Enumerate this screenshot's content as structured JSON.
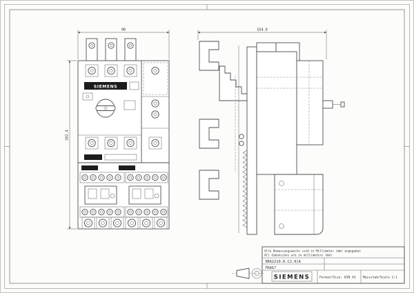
{
  "drawing": {
    "device_brand_label": "SIEMENS",
    "dimensions": {
      "front_width": "90",
      "front_height": "202.4",
      "side_depth": "154.9"
    },
    "notes": {
      "line1": "Alle Bemassungswerte sind in Millimeter (mm) angegeben",
      "line2": "All dimensions are in millimeters (mm)"
    },
    "title_block": {
      "part_number": "3RA2210.D.C2.0)A",
      "order_code": "7KAG?",
      "brand": "SIEMENS",
      "format_label": "Format/Size: DIN A3",
      "scale_label": "Massstab/Scale 1:1"
    }
  }
}
